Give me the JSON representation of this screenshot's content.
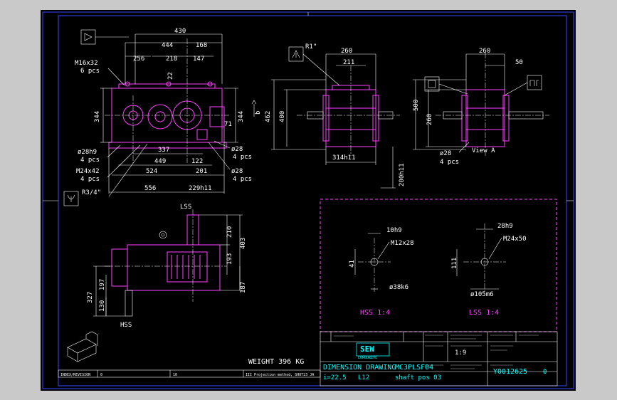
{
  "colors": {
    "background": "#000000",
    "frame": "#3a46ff",
    "part": "#ff40ff",
    "dimension": "#ffffff",
    "title": "#00ffff",
    "page": "#c9c9c9"
  },
  "icons": [
    "bearing-icon",
    "oil-fill-icon",
    "breather-icon",
    "drain-plug-icon",
    "oil-level-icon"
  ],
  "front_view": {
    "dims_top": [
      "430",
      "444",
      "168",
      "256",
      "218",
      "147",
      "22"
    ],
    "bolt_note": [
      "M16x32",
      "6 pcs"
    ],
    "dims_side": [
      "344",
      "344",
      "71",
      "b"
    ],
    "dims_bottom": [
      "337",
      "449",
      "122",
      "524",
      "201",
      "556",
      "229h11"
    ],
    "notes_left": [
      "ø28h9",
      "4 pcs",
      "M24x42",
      "4 pcs",
      "R3/4\""
    ],
    "notes_right": [
      "ø28",
      "4 pcs",
      "ø28",
      "4 pcs"
    ]
  },
  "side_view": {
    "breather": "R1\"",
    "dims": [
      "260",
      "211",
      "462",
      "400",
      "314h11",
      "200h11"
    ]
  },
  "view_a": {
    "dims": [
      "260",
      "50",
      "500",
      "260",
      "ø28",
      "4 pcs"
    ],
    "label": "View A"
  },
  "bottom_view": {
    "lss": "LSS",
    "hss": "HSS",
    "dims": [
      "210",
      "403",
      "193",
      "187",
      "327",
      "197",
      "130"
    ],
    "weight": "WEIGHT 396 KG"
  },
  "detail_hss": {
    "dims": [
      "10h9",
      "M12x28",
      "41",
      "ø38k6"
    ],
    "caption": "HSS 1:4"
  },
  "detail_lss": {
    "dims": [
      "28h9",
      "M24x50",
      "111",
      "ø105m6"
    ],
    "caption": "LSS 1:4"
  },
  "title_block": {
    "logo": "SEW",
    "logo_sub": "EURODRIVE",
    "scale": "1:9",
    "drawing_title": "DIMENSION DRAWING",
    "type_code": "MC3PLSF04",
    "ratio": "i=22.5",
    "ratio_tail": "L12",
    "shaft_pos": "shaft pos 03",
    "doc_no": "Y0012625",
    "sheet_mark": "0",
    "rev_bar": [
      "INDEX/REVISION",
      "0",
      "10",
      "III Projection method, SHUT23 JA"
    ]
  }
}
